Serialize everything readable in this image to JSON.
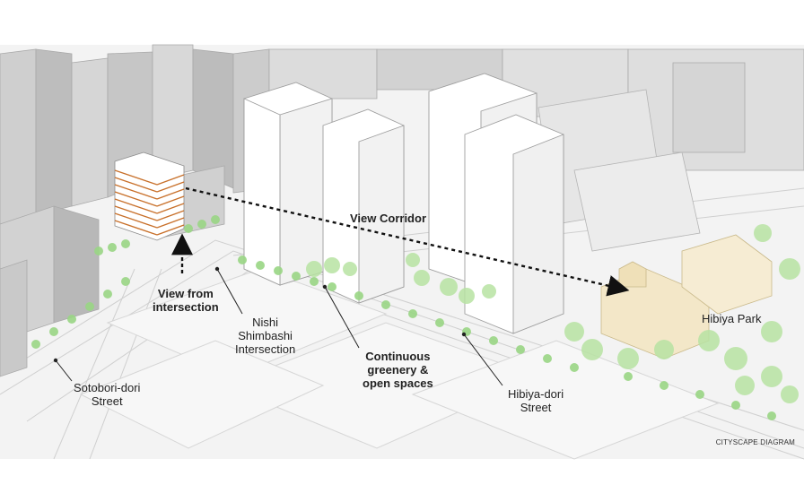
{
  "labels": {
    "view_corridor": "View Corridor",
    "view_from_intersection_line1": "View from",
    "view_from_intersection_line2": "intersection",
    "nishi_shimbashi_line1": "Nishi",
    "nishi_shimbashi_line2": "Shimbashi",
    "nishi_shimbashi_line3": "Intersection",
    "continuous_greenery_line1": "Continuous",
    "continuous_greenery_line2": "greenery &",
    "continuous_greenery_line3": "open spaces",
    "hibiya_dori_line1": "Hibiya-dori",
    "hibiya_dori_line2": "Street",
    "sotobori_dori_line1": "Sotobori-dori",
    "sotobori_dori_line2": "Street",
    "hibiya_park": "Hibiya Park",
    "credit": "CITYSCAPE DIAGRAM"
  },
  "colors": {
    "background": "#ffffff",
    "city_block_gray": "#d4d4d4",
    "city_block_dark": "#bdbdbd",
    "new_tower_white": "#ffffff",
    "tower_outline": "#999999",
    "tree_green": "#8fd07a",
    "tree_green_light": "#b8e3a3",
    "highlight_building": "#c8702a",
    "park_building": "#f3e7c8",
    "road_line": "#c8c8c8",
    "text": "#222222"
  }
}
